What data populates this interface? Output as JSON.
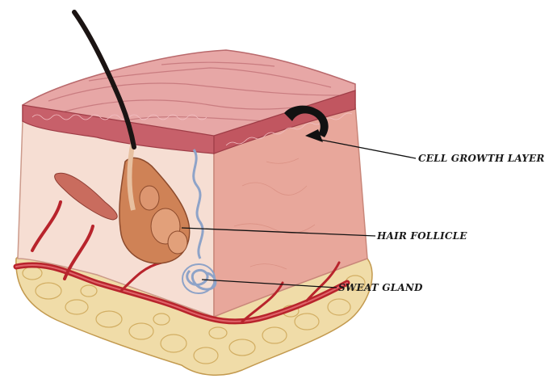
{
  "labels": {
    "cell_growth_layer": "CELL GROWTH LAYER",
    "hair_follicle": "HAIR FOLLICLE",
    "sweat_gland": "SWEAT GLAND"
  },
  "colors": {
    "epidermis_top": "#e7a7a6",
    "epidermis_ridge": "#c7606a",
    "dermis_front": "#f6ded3",
    "dermis_right": "#e8a79b",
    "fat": "#f0dca8",
    "fat_shadow": "#d9b76b",
    "blood_vessel": "#b8242c",
    "hair": "#1b1413",
    "follicle": "#cf8256",
    "sweat_gland": "#8ea3c8"
  }
}
